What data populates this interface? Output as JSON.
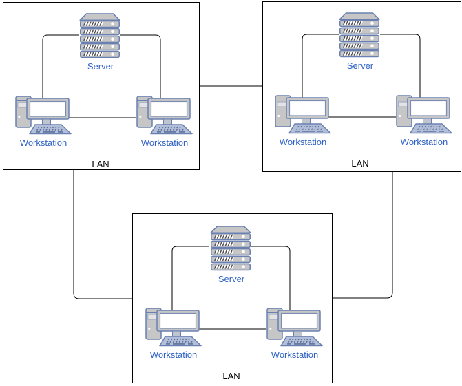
{
  "colors": {
    "node_label": "#2f62c4",
    "lan_label": "#000000",
    "connector": "#000000",
    "box_border": "#000000",
    "icon_stroke": "#6a80b2",
    "icon_fill": "#c6c6c6",
    "screen_fill": "#ffffff",
    "keyboard_fill": "#b3bfd9",
    "stripe_dark": "#4d4d4d"
  },
  "icons": {
    "server": "server-rack-icon",
    "workstation": "desktop-workstation-icon"
  },
  "lans": [
    {
      "position": "top-left",
      "label": "LAN",
      "server_label": "Server",
      "workstation_left_label": "Workstation",
      "workstation_right_label": "Workstation"
    },
    {
      "position": "top-right",
      "label": "LAN",
      "server_label": "Server",
      "workstation_left_label": "Workstation",
      "workstation_right_label": "Workstation"
    },
    {
      "position": "bottom-center",
      "label": "LAN",
      "server_label": "Server",
      "workstation_left_label": "Workstation",
      "workstation_right_label": "Workstation"
    }
  ],
  "connections": [
    {
      "from": "lan-top-left",
      "to": "lan-top-right"
    },
    {
      "from": "lan-top-left",
      "to": "lan-bottom-center"
    },
    {
      "from": "lan-top-right",
      "to": "lan-bottom-center"
    }
  ]
}
